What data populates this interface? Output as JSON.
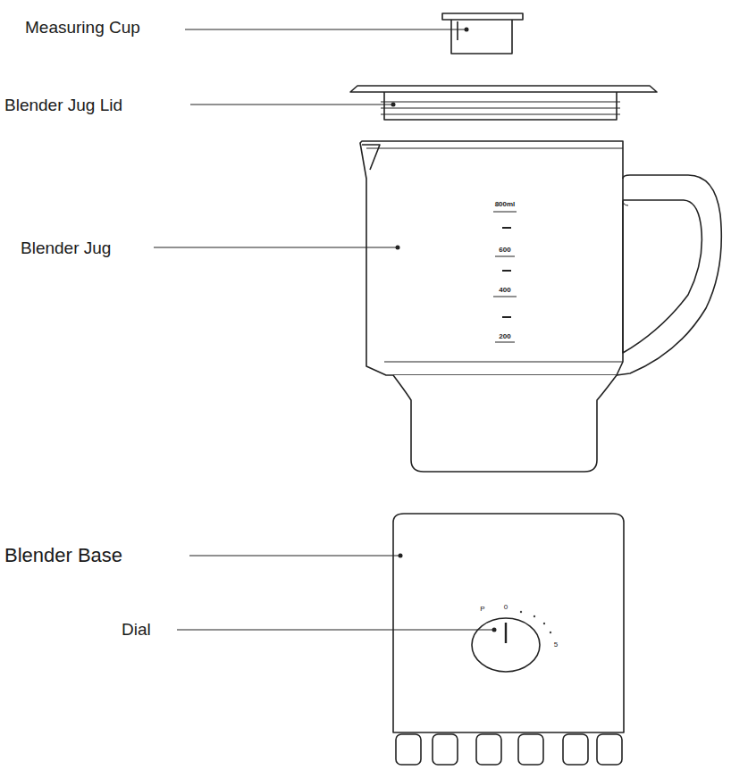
{
  "diagram": {
    "labels": [
      "Measuring Cup",
      "Blender Jug Lid",
      "Blender Jug",
      "Blender Base",
      "Dial",
      "800ml",
      "600",
      "400",
      "200",
      "P",
      "0",
      "5"
    ]
  }
}
